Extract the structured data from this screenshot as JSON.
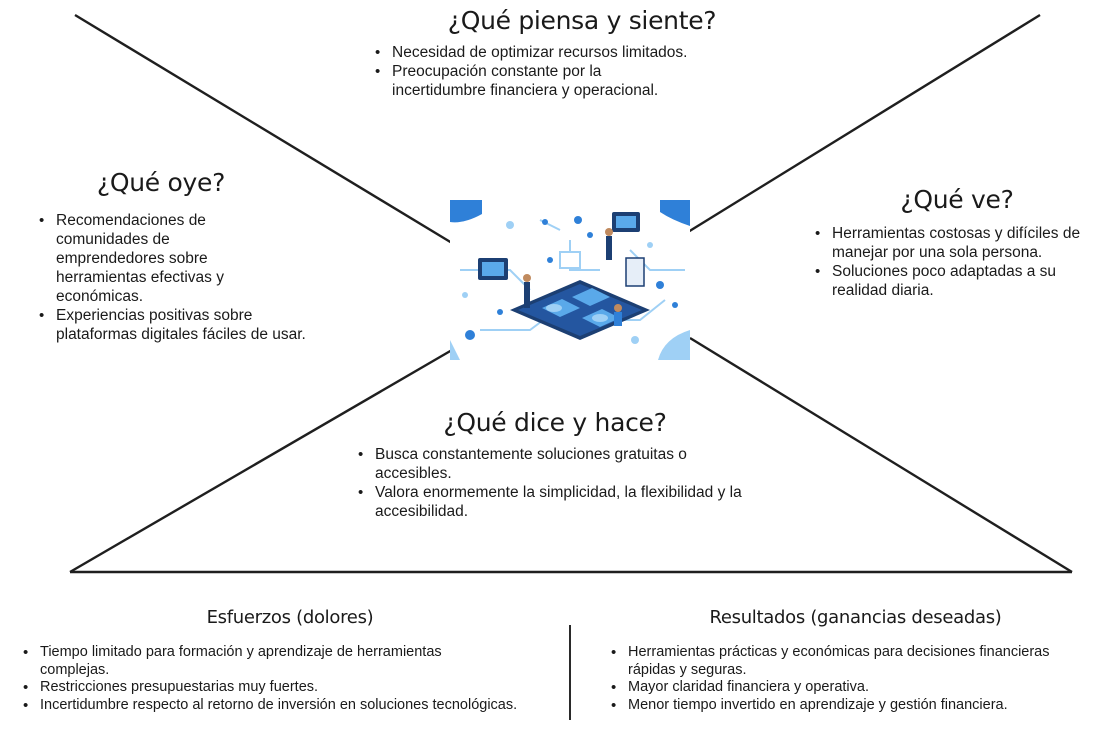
{
  "think": {
    "title": "¿Qué piensa y siente?",
    "items": [
      "Necesidad de optimizar recursos limitados.",
      "Preocupación constante por la incertidumbre financiera y operacional."
    ]
  },
  "hear": {
    "title": "¿Qué oye?",
    "items": [
      "Recomendaciones de comunidades de emprendedores sobre herramientas efectivas y económicas.",
      "Experiencias positivas sobre plataformas digitales fáciles de usar."
    ]
  },
  "see": {
    "title": "¿Qué ve?",
    "items": [
      "Herramientas costosas y difíciles de manejar por una sola persona.",
      "Soluciones poco adaptadas a su realidad diaria."
    ]
  },
  "say": {
    "title": "¿Qué dice y hace?",
    "items": [
      "Busca constantemente soluciones gratuitas o accesibles.",
      "Valora enormemente la simplicidad, la flexibilidad y la accesibilidad."
    ]
  },
  "pains": {
    "title": "Esfuerzos (dolores)",
    "items": [
      "Tiempo limitado para formación y aprendizaje de herramientas complejas.",
      "Restricciones presupuestarias muy fuertes.",
      "Incertidumbre respecto al retorno de inversión en soluciones tecnológicas."
    ]
  },
  "gains": {
    "title": "Resultados (ganancias deseadas)",
    "items": [
      "Herramientas prácticas y económicas para decisiones financieras rápidas y seguras.",
      "Mayor claridad financiera y operativa.",
      "Menor tiempo invertido en aprendizaje y gestión financiera."
    ]
  },
  "colors": {
    "line": "#1f1f1f",
    "illustration_dark": "#1c3f73",
    "illustration_mid": "#2f80d8",
    "illustration_light": "#9fd0f5"
  }
}
